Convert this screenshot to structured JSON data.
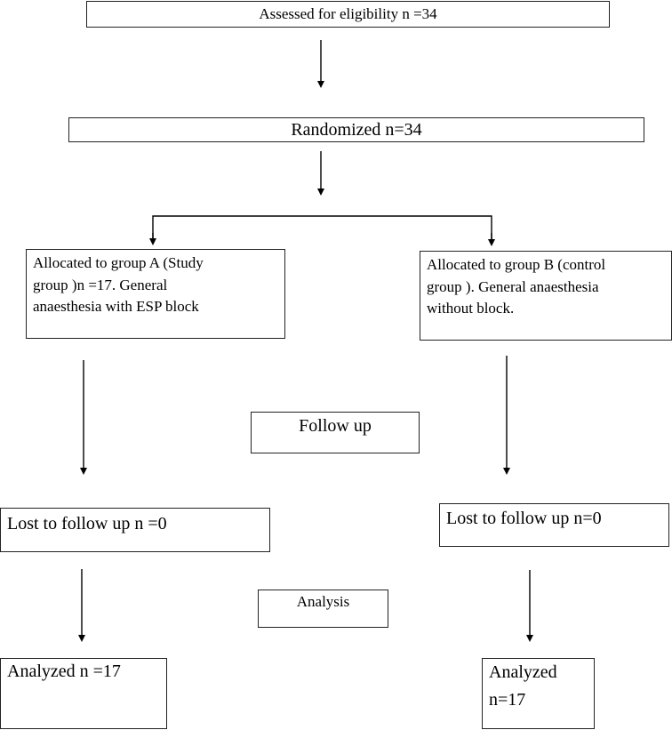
{
  "flow": {
    "assessed": "Assessed for eligibility n =34",
    "randomized": "Randomized n=34",
    "group_a": "Allocated  to group A (Study\ngroup )n =17. General\nanaesthesia with ESP block",
    "group_b": "Allocated to group B (control\ngroup ). General anaesthesia\nwithout block.",
    "follow_up": "Follow up",
    "lost_a": "Lost to follow up n =0",
    "lost_b": "Lost to follow up n=0",
    "analysis": "Analysis",
    "analyzed_a": "Analyzed n =17",
    "analyzed_b": "Analyzed\nn=17"
  }
}
